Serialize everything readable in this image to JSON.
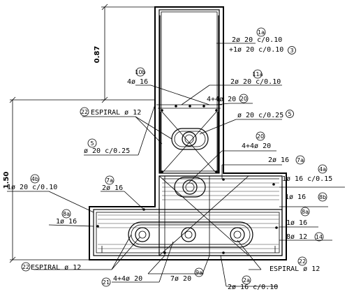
{
  "dimensions": {
    "top_height": "0.87",
    "total_height": "1.50"
  },
  "labels": {
    "l1a_tag": "1a",
    "l1a_line1": "2ø 20 c/0.10",
    "l1a_line2": "+1ø 20 c/0.10",
    "l1a_tag2": "3",
    "l10b_tag": "10b",
    "l10b_text": "4ø 16",
    "l11a_tag": "11a",
    "l11a_text": "2ø 20 c/0.10",
    "l20_text": "4+4ø 20",
    "l20_tag": "20",
    "l22_tag": "22",
    "l22_text": "ESPIRAL ø 12",
    "l5_text": "ø 20 c/0.25",
    "l5_tag": "5",
    "l5b_tag": "5",
    "l5b_text": "ø 20 c/0.25",
    "l20b_tag": "20",
    "l20b_text": "4+4ø 20",
    "l7a_text": "2ø 16",
    "l7a_tag": "7a",
    "l4a_text": "1ø 16 c/0.15",
    "l4a_tag": "4a",
    "l4b_tag": "4b",
    "l4b_text": "1ø 20 c/0.10",
    "l7ab_tag": "7a",
    "l7ab_text": "2ø 16",
    "l8b_text": "1ø 16",
    "l8b_tag": "8b",
    "l8a_tag": "8a",
    "l8a_text": "1ø 16",
    "l8ar_tag": "8a",
    "l8ar_text": "1ø 16",
    "l14_text": "8ø 12",
    "l14_tag": "14",
    "l22b_tag": "22",
    "l22b_text": "ESPIRAL ø 12",
    "l22c_text": "ESPIRAL ø 12",
    "l22c_tag": "22",
    "l21_tag": "21",
    "l21_text": "4+4ø 20",
    "l9a_text": "7ø 20",
    "l9a_tag": "9a",
    "l2a_tag": "2a",
    "l2a_text": "2ø 16 c/0.10"
  }
}
